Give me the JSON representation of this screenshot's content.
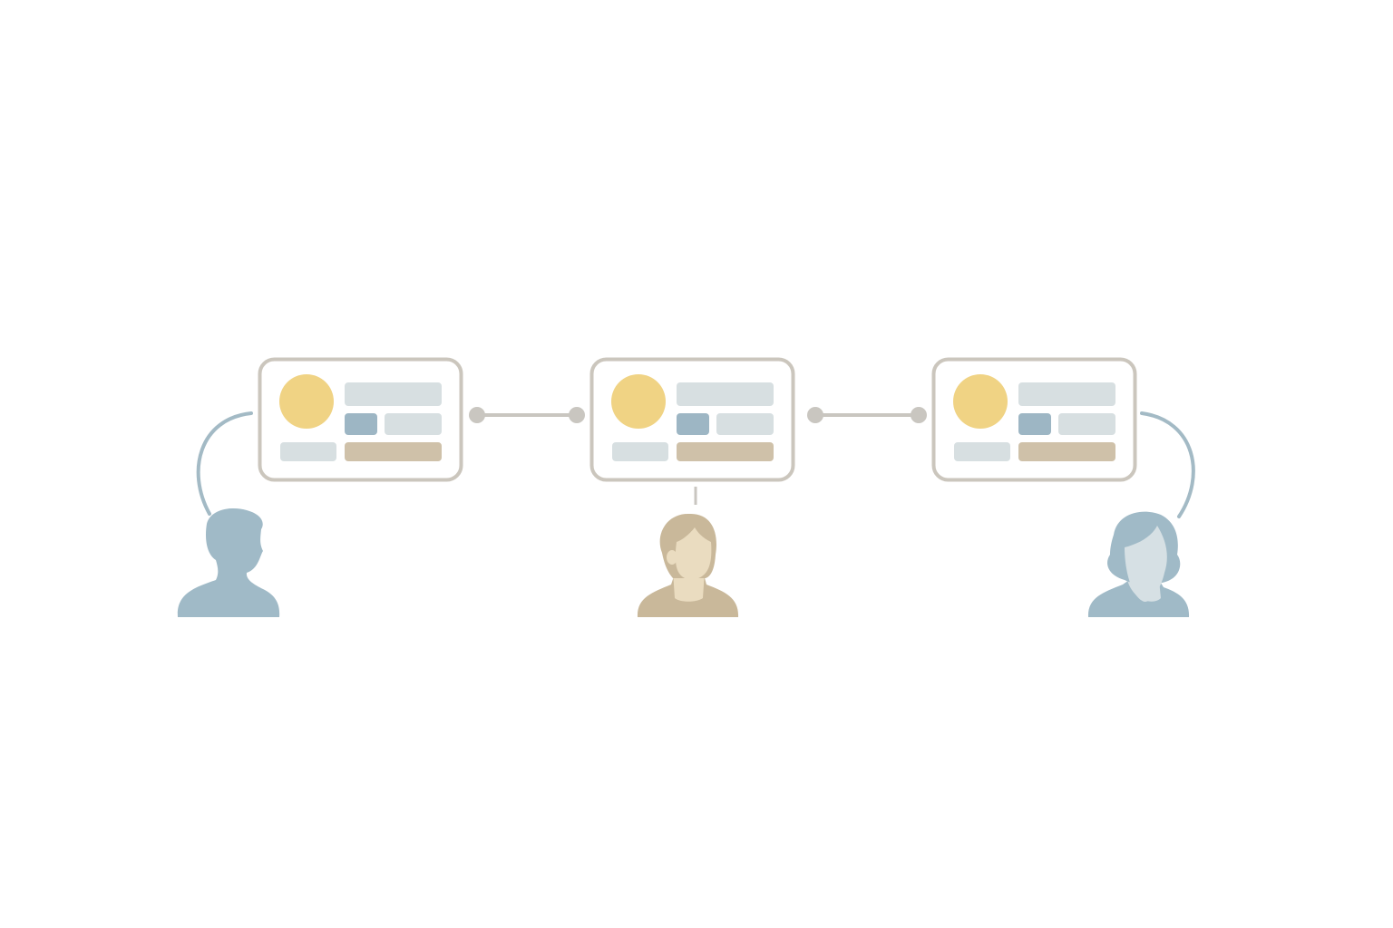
{
  "colors": {
    "background": "#ffffff",
    "card_border": "#cbc6bd",
    "avatar_circle": "#f0d384",
    "placeholder_light": "#d7dfe1",
    "placeholder_blue": "#9db6c4",
    "placeholder_tan": "#cfc1a9",
    "connector": "#c9c6c0",
    "person_blue": "#a0bac7",
    "person_tan": "#c9b89a",
    "person_face_light": "#eadcc0",
    "person_face_blue_light": "#d6e0e4",
    "arc_line": "#a3bac5"
  },
  "cards": [
    {
      "icon": "profile-card"
    },
    {
      "icon": "profile-card"
    },
    {
      "icon": "profile-card"
    }
  ],
  "people": [
    {
      "icon": "male-silhouette-icon"
    },
    {
      "icon": "person-avatar-icon"
    },
    {
      "icon": "female-avatar-icon"
    }
  ]
}
